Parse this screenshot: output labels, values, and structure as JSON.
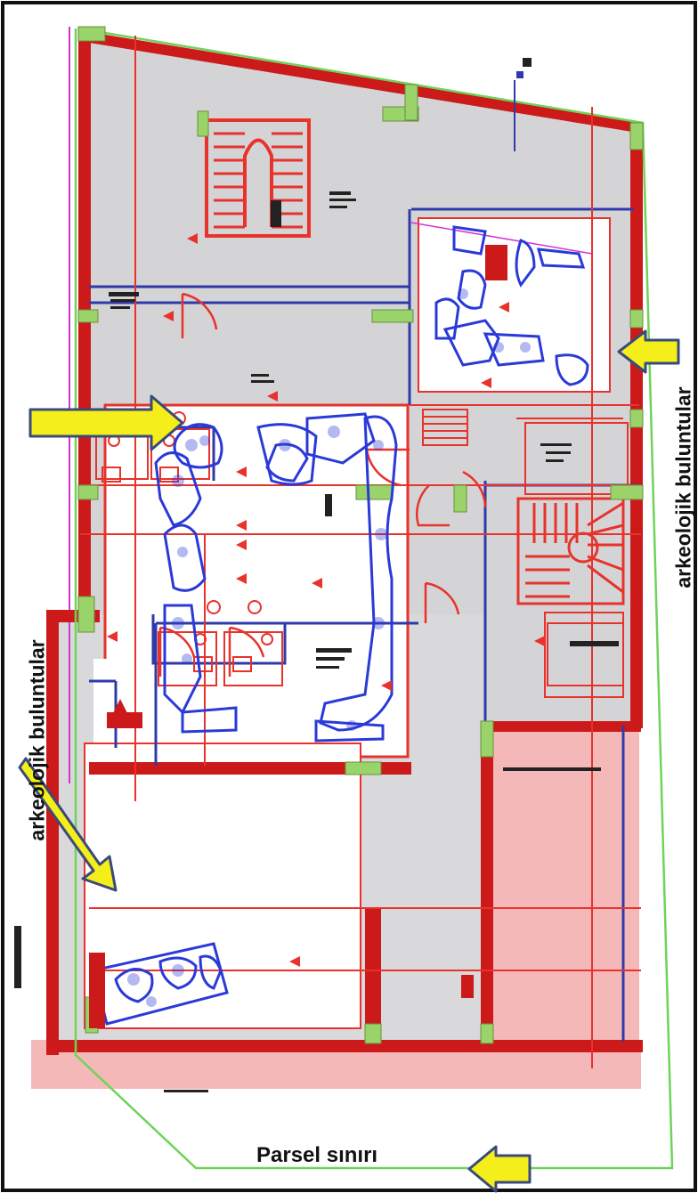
{
  "annotations": {
    "left_label": "arkeolojik buluntular",
    "right_label": "arkeolojik buluntular",
    "parcel_label": "Parsel sınırı"
  },
  "colors": {
    "wall": "#cc1a1a",
    "line_red": "#e8322c",
    "line_blue": "#2f3aa8",
    "floor_gray": "#d4d4d6",
    "pink_zone": "#f4b8b8",
    "parcel_green": "#6fd35a",
    "arrow_yellow": "#f4ee1a",
    "stone_blue": "#2a3ad8",
    "magenta": "#d433d4"
  }
}
